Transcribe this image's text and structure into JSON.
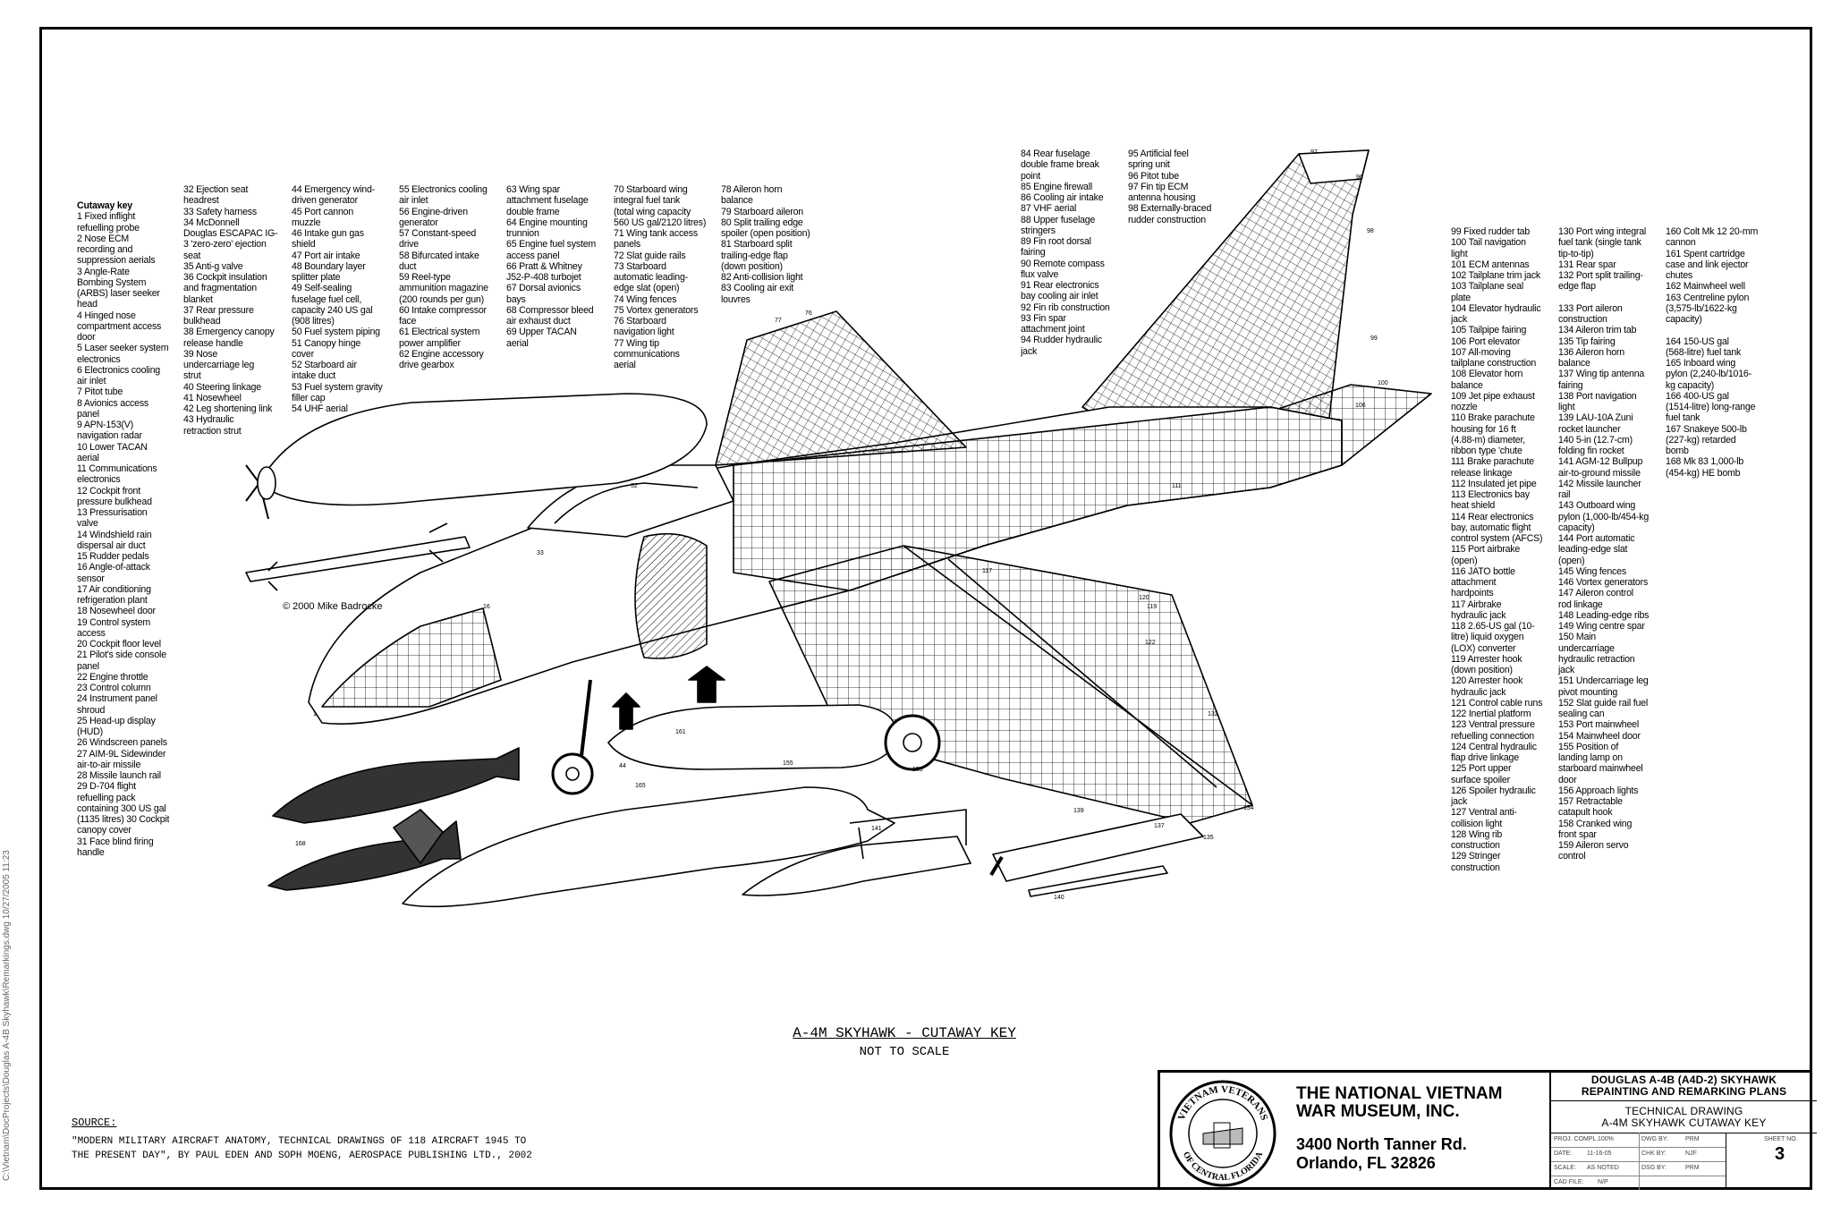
{
  "key_columns": [
    {
      "lines": [
        "Cutaway key",
        "1 Fixed inflight",
        "refuelling probe",
        "2 Nose ECM",
        "recording and",
        "suppression aerials",
        "3 Angle-Rate",
        "Bombing System",
        "(ARBS) laser seeker",
        "head",
        "4 Hinged nose",
        "compartment access",
        "door",
        "5 Laser seeker system",
        "electronics",
        "6 Electronics cooling",
        "air inlet",
        "7 Pitot tube",
        "8 Avionics access",
        "panel",
        "9 APN-153(V)",
        "navigation radar",
        "10 Lower TACAN",
        "aerial",
        "11 Communications",
        "electronics",
        "12 Cockpit front",
        "pressure bulkhead",
        "13 Pressurisation",
        "valve",
        "14 Windshield rain",
        "dispersal air duct",
        "15 Rudder pedals",
        "16 Angle-of-attack",
        "sensor",
        "17 Air conditioning",
        "refrigeration plant",
        "18 Nosewheel door",
        "19 Control system",
        "access",
        "20 Cockpit floor level",
        "21 Pilot's side console",
        "panel",
        "22 Engine throttle",
        "23 Control column",
        "24 Instrument panel",
        "shroud",
        "25 Head-up display",
        "(HUD)",
        "26 Windscreen panels",
        "27 AIM-9L Sidewinder",
        "air-to-air missile",
        "28 Missile launch rail",
        "29 D-704 flight",
        "refuelling pack",
        "containing 300 US gal",
        "(1135 litres) 30 Cockpit",
        "canopy cover",
        "31 Face blind firing",
        "handle"
      ]
    },
    {
      "lines": [
        "32 Ejection seat",
        "headrest",
        "33 Safety harness",
        "34 McDonnell",
        "Douglas ESCAPAC IG-",
        "3 'zero-zero' ejection",
        "seat",
        "35 Anti-g valve",
        "36 Cockpit insulation",
        "and fragmentation",
        "blanket",
        "37 Rear pressure",
        "bulkhead",
        "38 Emergency canopy",
        "release handle",
        "39 Nose",
        "undercarriage leg",
        "strut",
        "40 Steering linkage",
        "41 Nosewheel",
        "42 Leg shortening link",
        "43 Hydraulic",
        "retraction strut"
      ]
    },
    {
      "lines": [
        "44 Emergency wind-",
        "driven generator",
        "45 Port cannon",
        "muzzle",
        "46 Intake gun gas",
        "shield",
        "47 Port air intake",
        "48 Boundary layer",
        "splitter plate",
        "49 Self-sealing",
        "fuselage fuel cell,",
        "capacity 240 US gal",
        "(908 litres)",
        "50 Fuel system piping",
        "51 Canopy hinge",
        "cover",
        "52 Starboard air",
        "intake duct",
        "53 Fuel system gravity",
        "filler cap",
        "54 UHF aerial"
      ]
    },
    {
      "lines": [
        "55 Electronics cooling",
        "air inlet",
        "56 Engine-driven",
        "generator",
        "57 Constant-speed",
        "drive",
        "58 Bifurcated intake",
        "duct",
        "59 Reel-type",
        "ammunition magazine",
        "(200 rounds per gun)",
        "60 Intake compressor",
        "face",
        "61 Electrical system",
        "power amplifier",
        "62 Engine accessory",
        "drive gearbox"
      ]
    },
    {
      "lines": [
        "63 Wing spar",
        "attachment fuselage",
        "double frame",
        "64 Engine mounting",
        "trunnion",
        "65 Engine fuel system",
        "access panel",
        "66 Pratt & Whitney",
        "J52-P-408 turbojet",
        "67 Dorsal avionics",
        "bays",
        "68 Compressor bleed",
        "air exhaust duct",
        "69 Upper TACAN",
        "aerial"
      ]
    },
    {
      "lines": [
        "70 Starboard wing",
        "integral fuel tank",
        "(total wing capacity",
        "560 US gal/2120 litres)",
        "71 Wing tank access",
        "panels",
        "72 Slat guide rails",
        "73 Starboard",
        "automatic leading-",
        "edge slat (open)",
        "74 Wing fences",
        "75 Vortex generators",
        "76 Starboard",
        "navigation light",
        "77 Wing tip",
        "communications",
        "aerial"
      ]
    },
    {
      "lines": [
        "78 Aileron horn",
        "balance",
        "79 Starboard aileron",
        "80 Split trailing edge",
        "spoiler (open position)",
        "81 Starboard split",
        "trailing-edge flap",
        "(down position)",
        "82 Anti-collision light",
        "83 Cooling air exit",
        "louvres"
      ]
    },
    {
      "lines": [
        "84 Rear fuselage",
        "double frame break",
        "point",
        "85 Engine firewall",
        "86 Cooling air intake",
        "87 VHF aerial",
        "88 Upper fuselage",
        "stringers",
        "89 Fin root dorsal",
        "fairing",
        "90 Remote compass",
        "flux valve",
        "91 Rear electronics",
        "bay cooling air inlet",
        "92 Fin rib construction",
        "93 Fin spar",
        "attachment joint",
        "94 Rudder hydraulic",
        "jack"
      ]
    },
    {
      "lines": [
        "95 Artificial feel",
        "spring unit",
        "96 Pitot tube",
        "97 Fin tip ECM",
        "antenna housing",
        "98 Externally-braced",
        "rudder construction"
      ]
    },
    {
      "lines": [
        "99 Fixed rudder tab",
        "100 Tail navigation",
        "light",
        "101 ECM antennas",
        "102 Tailplane trim jack",
        "103 Tailplane seal",
        "plate",
        "104 Elevator hydraulic",
        "jack",
        "105 Tailpipe fairing",
        "106 Port elevator",
        "107 All-moving",
        "tailplane construction",
        "108 Elevator horn",
        "balance",
        "109 Jet pipe exhaust",
        "nozzle",
        "110 Brake parachute",
        "housing for 16 ft",
        "(4.88-m) diameter,",
        "ribbon type 'chute",
        "111 Brake parachute",
        "release linkage",
        "112 Insulated jet pipe",
        "113 Electronics bay",
        "heat shield",
        "114 Rear electronics",
        "bay, automatic flight",
        "control system (AFCS)",
        "115 Port airbrake",
        "(open)",
        "116 JATO bottle",
        "attachment",
        "hardpoints",
        "117 Airbrake",
        "hydraulic jack",
        "118 2.65-US gal (10-",
        "litre) liquid oxygen",
        "(LOX) converter",
        "119 Arrester hook",
        "(down position)",
        "120 Arrester hook",
        "hydraulic jack",
        "121 Control cable runs",
        "122 Inertial platform",
        "123 Ventral pressure",
        "refuelling connection",
        "124 Central hydraulic",
        "flap drive linkage",
        "125 Port upper",
        "surface spoiler",
        "126 Spoiler hydraulic",
        "jack",
        "127 Ventral anti-",
        "collision light",
        "128 Wing rib",
        "construction",
        "129 Stringer",
        "construction"
      ]
    },
    {
      "lines": [
        "130 Port wing integral",
        "fuel tank (single tank",
        "tip-to-tip)",
        "131 Rear spar",
        "132 Port split trailing-",
        "edge flap",
        "",
        "133 Port aileron",
        "construction",
        "134 Aileron trim tab",
        "135 Tip fairing",
        "136 Aileron horn",
        "balance",
        "137 Wing tip antenna",
        "fairing",
        "138 Port navigation",
        "light",
        "139 LAU-10A Zuni",
        "rocket launcher",
        "140 5-in (12.7-cm)",
        "folding fin rocket",
        "141 AGM-12 Bullpup",
        "air-to-ground missile",
        "142 Missile launcher",
        "rail",
        "143 Outboard wing",
        "pylon (1,000-lb/454-kg",
        "capacity)",
        "144 Port automatic",
        "leading-edge slat",
        "(open)",
        "145 Wing fences",
        "146 Vortex generators",
        "147 Aileron control",
        "rod linkage",
        "148 Leading-edge ribs",
        "149 Wing centre spar",
        "150 Main",
        "undercarriage",
        "hydraulic retraction",
        "jack",
        "151 Undercarriage leg",
        "pivot mounting",
        "152 Slat guide rail fuel",
        "sealing can",
        "153 Port mainwheel",
        "154 Mainwheel door",
        "155 Position of",
        "landing lamp on",
        "starboard mainwheel",
        "door",
        "156 Approach lights",
        "157 Retractable",
        "catapult hook",
        "158 Cranked wing",
        "front spar",
        "159 Aileron servo",
        "control"
      ]
    },
    {
      "lines": [
        "160 Colt Mk 12 20-mm",
        "cannon",
        "161 Spent cartridge",
        "case and link ejector",
        "chutes",
        "162 Mainwheel well",
        "163 Centreline pylon",
        "(3,575-lb/1622-kg",
        "capacity)",
        "",
        "164 150-US gal",
        "(568-litre) fuel tank",
        "165 Inboard wing",
        "pylon (2,240-lb/1016-",
        "kg capacity)",
        "166 400-US gal",
        "(1514-litre) long-range",
        "fuel tank",
        "167 Snakeye 500-lb",
        "(227-kg) retarded",
        "bomb",
        "168 Mk 83 1,000-lb",
        "(454-kg) HE bomb"
      ]
    }
  ],
  "drawing": {
    "copyright": "© 2000 Mike Badrocke",
    "title": "A-4M SKYHAWK - CUTAWAY KEY",
    "subtitle": "NOT TO SCALE"
  },
  "source": {
    "label": "SOURCE:",
    "lines": [
      "\"MODERN MILITARY AIRCRAFT ANATOMY, TECHNICAL DRAWINGS OF 118 AIRCRAFT 1945 TO",
      "THE PRESENT DAY\", BY PAUL EDEN AND SOPH MOENG, AEROSPACE PUBLISHING LTD., 2002"
    ]
  },
  "title_block": {
    "seal_top": "VIETNAM VETERANS",
    "seal_bottom": "OF CENTRAL FLORIDA",
    "museum_line1": "THE NATIONAL VIETNAM",
    "museum_line2": "WAR MUSEUM, INC.",
    "address_line1": "3400 North Tanner Rd.",
    "address_line2": "Orlando, FL 32826",
    "project_line1": "DOUGLAS A-4B (A4D-2) SKYHAWK",
    "project_line2": "REPAINTING AND REMARKING PLANS",
    "drawing_line1": "TECHNICAL DRAWING",
    "drawing_line2": "A-4M SKYHAWK CUTAWAY KEY",
    "cells": [
      "PROJ. COMPL.",
      "100%",
      "DWG BY:",
      "PRM",
      "DATE:",
      "11-16-05",
      "CHK BY:",
      "NJF",
      "SCALE:",
      "AS NOTED",
      "DSG BY:",
      "PRM",
      "CAD FILE:",
      "N/P"
    ],
    "sheet_label": "SHEET NO.",
    "sheet_no": "3"
  },
  "side_path": "C:\\Vietnam\\DocProjects\\Douglas A-4B Skyhawk\\Remarkings.dwg    10/27/2005   11:23"
}
